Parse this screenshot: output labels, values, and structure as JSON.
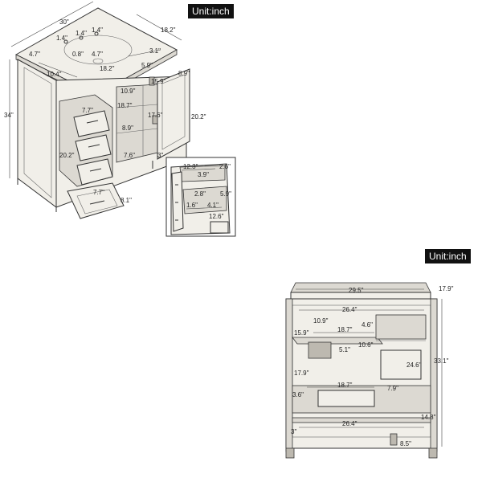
{
  "unit_badges": [
    {
      "label": "Unit:inch"
    },
    {
      "label": "Unit:inch"
    }
  ],
  "top_drawing": {
    "dimensions": [
      "30\"",
      "18.2\"",
      "1.4\"",
      "1.4\"",
      "1.4\"",
      "4.7\"",
      "0.8\"",
      "4.7\"",
      "10.4\"",
      "18.2\"",
      "3.1\"",
      "5.9\"",
      "8.9\"",
      "34\"",
      "10.9\"",
      "15.9\"",
      "18.7\"",
      "7.7\"",
      "17.6\"",
      "20.2\"",
      "8.9\"",
      "20.2\"",
      "7.6\"",
      "3\"",
      "7.7\"",
      "8.1\""
    ]
  },
  "detail_drawing": {
    "dimensions": [
      "12.3\"",
      "2.6\"",
      "3.9\"",
      "2.8\"",
      "5.9\"",
      "1.6\"",
      "4.1\"",
      "12.6\""
    ]
  },
  "front_drawing": {
    "dimensions": [
      "29.5\"",
      "17.9\"",
      "26.4\"",
      "10.9\"",
      "4.6\"",
      "15.9\"",
      "18.7\"",
      "5.1\"",
      "10.6\"",
      "33.1\"",
      "24.6\"",
      "17.9\"",
      "18.7\"",
      "7.9\"",
      "3.6\"",
      "26.4\"",
      "14.8\"",
      "3\"",
      "8.5\""
    ]
  }
}
